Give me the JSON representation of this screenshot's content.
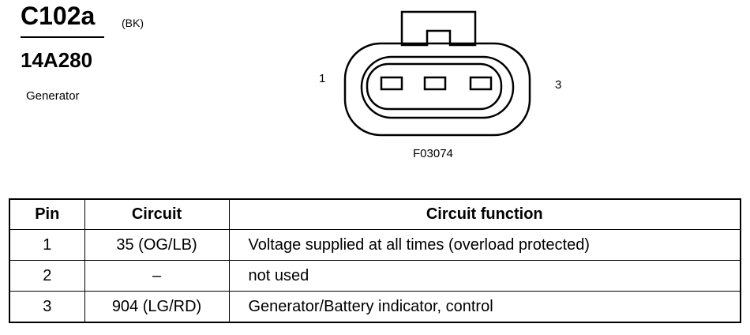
{
  "header": {
    "connector_id": "C102a",
    "connector_color": "(BK)",
    "part_number": "14A280",
    "component": "Generator"
  },
  "diagram": {
    "pin_left_label": "1",
    "pin_right_label": "3",
    "figure_code": "F03074"
  },
  "table": {
    "headers": [
      "Pin",
      "Circuit",
      "Circuit function"
    ],
    "rows": [
      {
        "pin": "1",
        "circuit": "35 (OG/LB)",
        "function": "Voltage supplied at all times (overload protected)"
      },
      {
        "pin": "2",
        "circuit": "–",
        "function": "not used"
      },
      {
        "pin": "3",
        "circuit": "904 (LG/RD)",
        "function": "Generator/Battery indicator, control"
      }
    ]
  }
}
